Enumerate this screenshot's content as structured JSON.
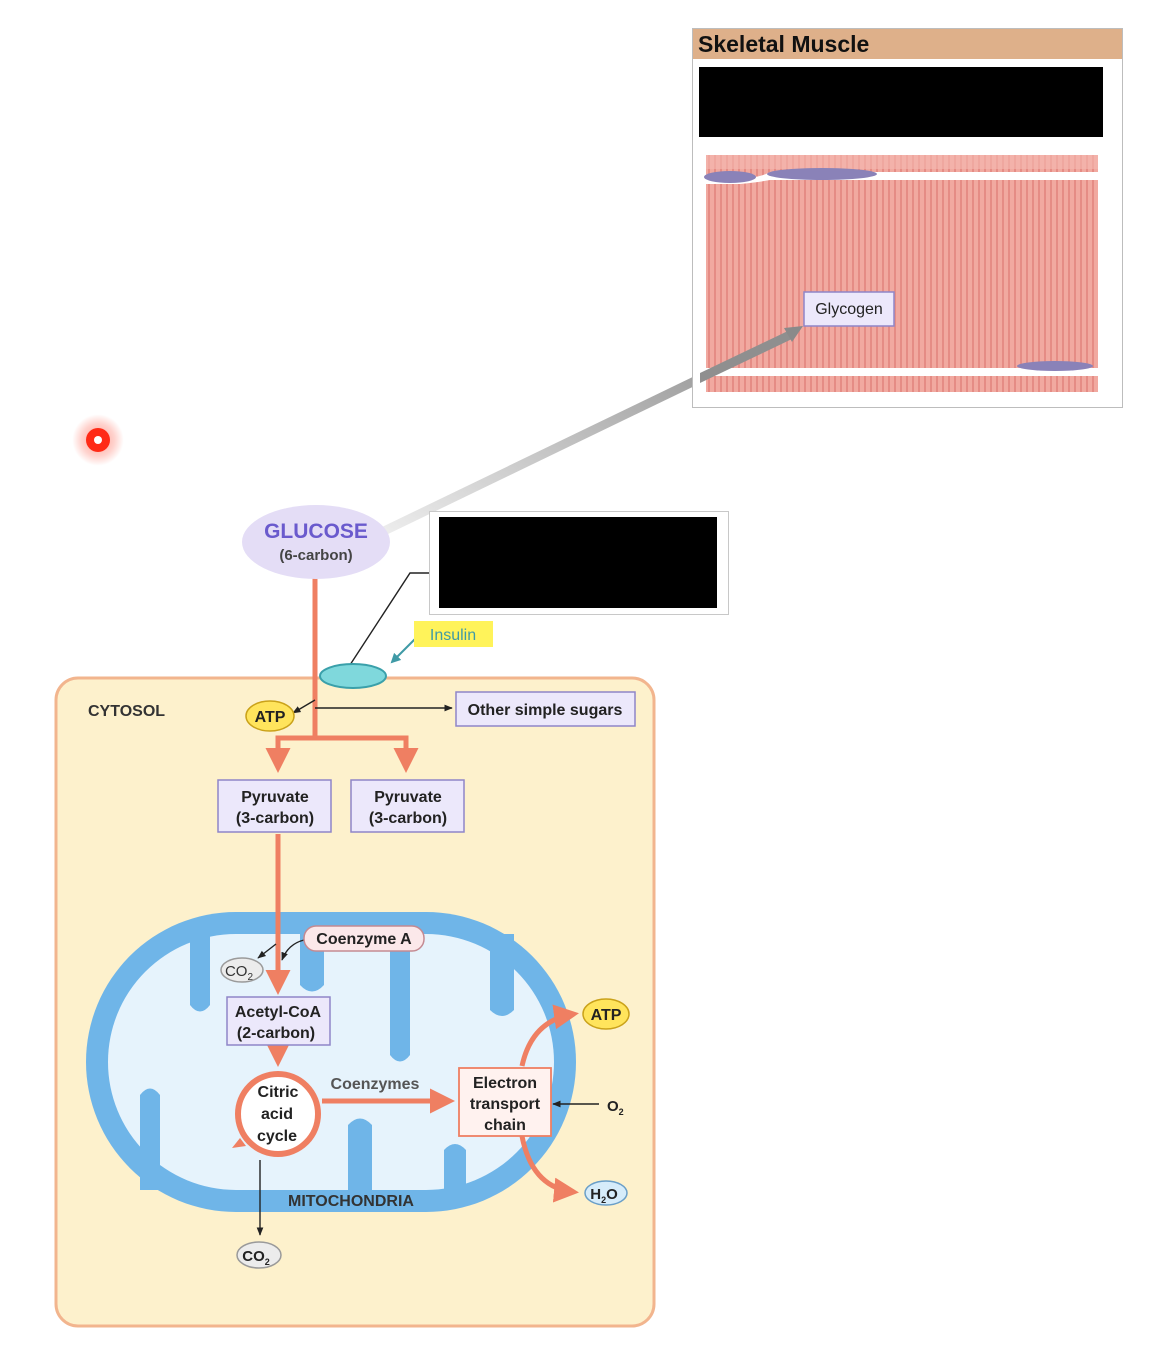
{
  "muscle_panel": {
    "title": "Skeletal Muscle",
    "glycogen_label": "Glycogen"
  },
  "glucose": {
    "name": "GLUCOSE",
    "carbons": "(6-carbon)"
  },
  "insulin_label": "Insulin",
  "cytosol_label": "CYTOSOL",
  "atp_cytosol": "ATP",
  "other_sugars": "Other simple sugars",
  "pyruvate_left": {
    "line1": "Pyruvate",
    "line2": "(3-carbon)"
  },
  "pyruvate_right": {
    "line1": "Pyruvate",
    "line2": "(3-carbon)"
  },
  "coenzyme_a": "Coenzyme A",
  "co2_inner": "CO",
  "co2_inner_sub": "2",
  "acetyl": {
    "line1": "Acetyl-CoA",
    "line2": "(2-carbon)"
  },
  "citric": {
    "line1": "Citric",
    "line2": "acid",
    "line3": "cycle"
  },
  "coenzymes": "Coenzymes",
  "etc": {
    "line1": "Electron",
    "line2": "transport",
    "line3": "chain"
  },
  "atp_mito": "ATP",
  "o2": "O",
  "o2_sub": "2",
  "h2o_h": "H",
  "h2o_sub": "2",
  "h2o_o": "O",
  "mito_label": "MITOCHONDRIA",
  "co2_outer": "CO",
  "co2_outer_sub": "2",
  "colors": {
    "cytosol_fill": "#fdf1cc",
    "cytosol_border": "#f2b58e",
    "mito_membrane": "#6fb5e8",
    "mito_matrix": "#e6f3fc",
    "pathway": "#ef7f62",
    "glucose_fill": "#e4ddf6",
    "glucose_text": "#6a5acd",
    "box_fill": "#ece8fb",
    "box_border": "#8f86c8",
    "atp_fill": "#ffe45c",
    "insulin_fill": "#fff35a",
    "receptor": "#7fd8dc"
  }
}
